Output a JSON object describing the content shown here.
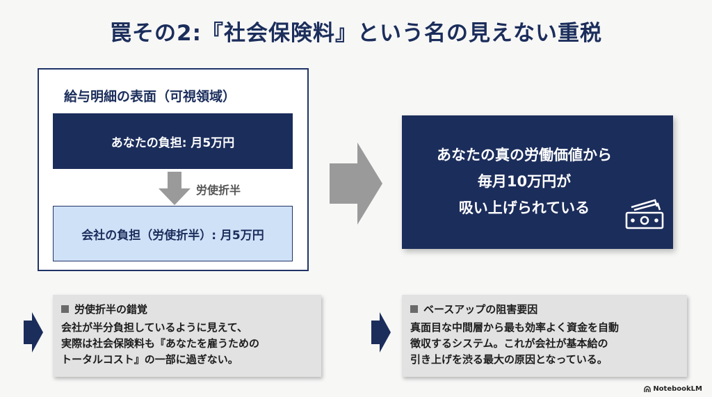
{
  "title": "罠その2:『社会保険料』という名の見えない重税",
  "left_panel": {
    "heading": "給与明細の表面（可視領域）",
    "employee_box": "あなたの負担: 月5万円",
    "split_label": "労使折半",
    "company_box": "会社の負担（労使折半）: 月5万円"
  },
  "right_box": {
    "lines": [
      "あなたの真の労働価値から",
      "毎月10万円が",
      "吸い上げられている"
    ],
    "icon": "money-stack-icon"
  },
  "note_left": {
    "title": "労使折半の錯覚",
    "lines": [
      "会社が半分負担しているように見えて、",
      "実際は社会保険料も『あなたを雇うための",
      "トータルコスト』の一部に過ぎない。"
    ]
  },
  "note_right": {
    "title": "ベースアップの阻害要因",
    "lines": [
      "真面目な中間層から最も効率よく資金を自動",
      "徴収するシステム。これが会社が基本給の",
      "引き上げを渋る最大の原因となっている。"
    ]
  },
  "brand": "NotebookLM",
  "colors": {
    "navy": "#1b2d5b",
    "light_blue": "#cfe1f7",
    "gray_arrow": "#9a9a9a",
    "note_bg": "#e2e2e2"
  }
}
